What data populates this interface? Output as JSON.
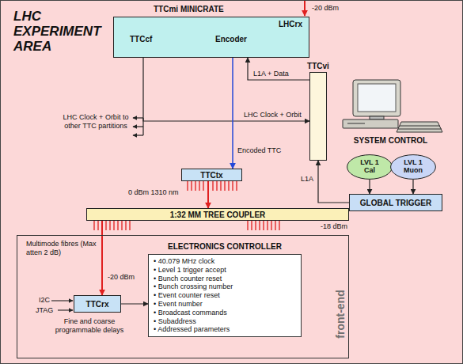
{
  "diagram": {
    "title": "LHC EXPERIMENT AREA",
    "nodes": [
      {
        "text": [
          "TTCmi MINICRATE",
          "LHCrx",
          "TTCcf",
          "Encoder"
        ]
      },
      {
        "text": [
          "TTCvi"
        ]
      },
      {
        "text": [
          "SYSTEM CONTROL"
        ]
      },
      {
        "text": [
          "LVL 1 Cal"
        ]
      },
      {
        "text": [
          "LVL 1 Muon"
        ]
      },
      {
        "text": [
          "GLOBAL TRIGGER"
        ]
      },
      {
        "text": [
          "TTCtx"
        ]
      },
      {
        "text": [
          "1:32 MM TREE COUPLER"
        ]
      },
      {
        "text": [
          "front-end"
        ]
      },
      {
        "text": [
          "ELECTRONICS CONTROLLER",
          "• 40.079 MHz clock",
          "• Level 1 trigger accept",
          "• Bunch counter reset",
          "• Bunch crossing number",
          "• Event counter reset",
          "• Event number",
          "• Broadcast commands",
          "• Subaddress",
          "• Addressed parameters"
        ],
        "in": 8
      },
      {
        "text": [
          "TTCrx"
        ],
        "in": 8
      }
    ],
    "edges": [
      {
        "from": 1,
        "to": 0,
        "arrow": "to",
        "label": "L1A + Data"
      },
      {
        "from": 0,
        "to": 1,
        "arrow": "to",
        "label": "LHC Clock + Orbit"
      },
      {
        "from": 0,
        "to": 6,
        "arrow": "to",
        "label": "Encoded TTC"
      },
      {
        "from": 5,
        "to": 1,
        "arrow": "to",
        "label": "L1A"
      },
      {
        "from": 3,
        "to": 5,
        "arrow": "to"
      },
      {
        "from": 4,
        "to": 5,
        "arrow": "to"
      },
      {
        "from": 6,
        "to": 7,
        "arrow": "to",
        "label": "0 dBm 1310 nm"
      },
      {
        "from": 7,
        "to": 10,
        "arrow": "to",
        "label": "-20 dBm"
      },
      {
        "from": 10,
        "to": 9,
        "arrow": "to"
      }
    ],
    "labels": [
      "-20 dBm",
      "LHC Clock + Orbit to other TTC partitions",
      "-18 dBm",
      "Multimode fibres (Max atten 2 dB)",
      "I2C",
      "JTAG",
      "Fine and coarse programmable delays"
    ]
  }
}
